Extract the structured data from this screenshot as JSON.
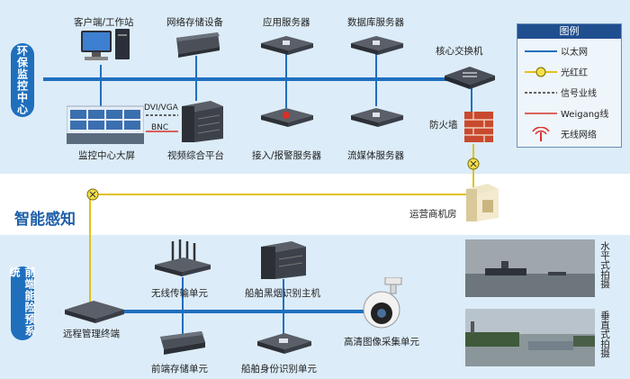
{
  "sections": {
    "top": "环保监控中心",
    "middle": "智能感知",
    "bottom": "前端能险预系统"
  },
  "top_nodes": {
    "client": "客户端/工作站",
    "storage": "网络存储设备",
    "app_server": "应用服务器",
    "db_server": "数据库服务器",
    "core_switch": "核心交换机",
    "firewall": "防火墙",
    "video_wall": "监控中心大屏",
    "video_platform": "视频综合平台",
    "access_server": "接入/报警服务器",
    "stream_server": "流媒体服务器",
    "dvi_vga": "DVI/VGA",
    "bnc": "BNC"
  },
  "middle_nodes": {
    "operator_room": "运营商机房"
  },
  "bottom_nodes": {
    "wireless_unit": "无线传输单元",
    "ship_host": "船舶黑烟识别主机",
    "remote_terminal": "远程管理终端",
    "front_storage": "前端存储单元",
    "ship_id": "船舶身份识别单元",
    "hd_camera": "高清图像采集单元"
  },
  "legend": {
    "title": "图例",
    "items": [
      {
        "label": "以太网",
        "color": "#1f6fbd"
      },
      {
        "label": "光红红",
        "color": "#e0c21a"
      },
      {
        "label": "信号业线",
        "color": "#333333"
      },
      {
        "label": "Weigang线",
        "color": "#d9302a"
      },
      {
        "label": "无线网络",
        "color": "#d9302a"
      }
    ]
  },
  "photos": {
    "horizontal": "水平式拍摄",
    "vertical": "垂直式拍摄"
  }
}
